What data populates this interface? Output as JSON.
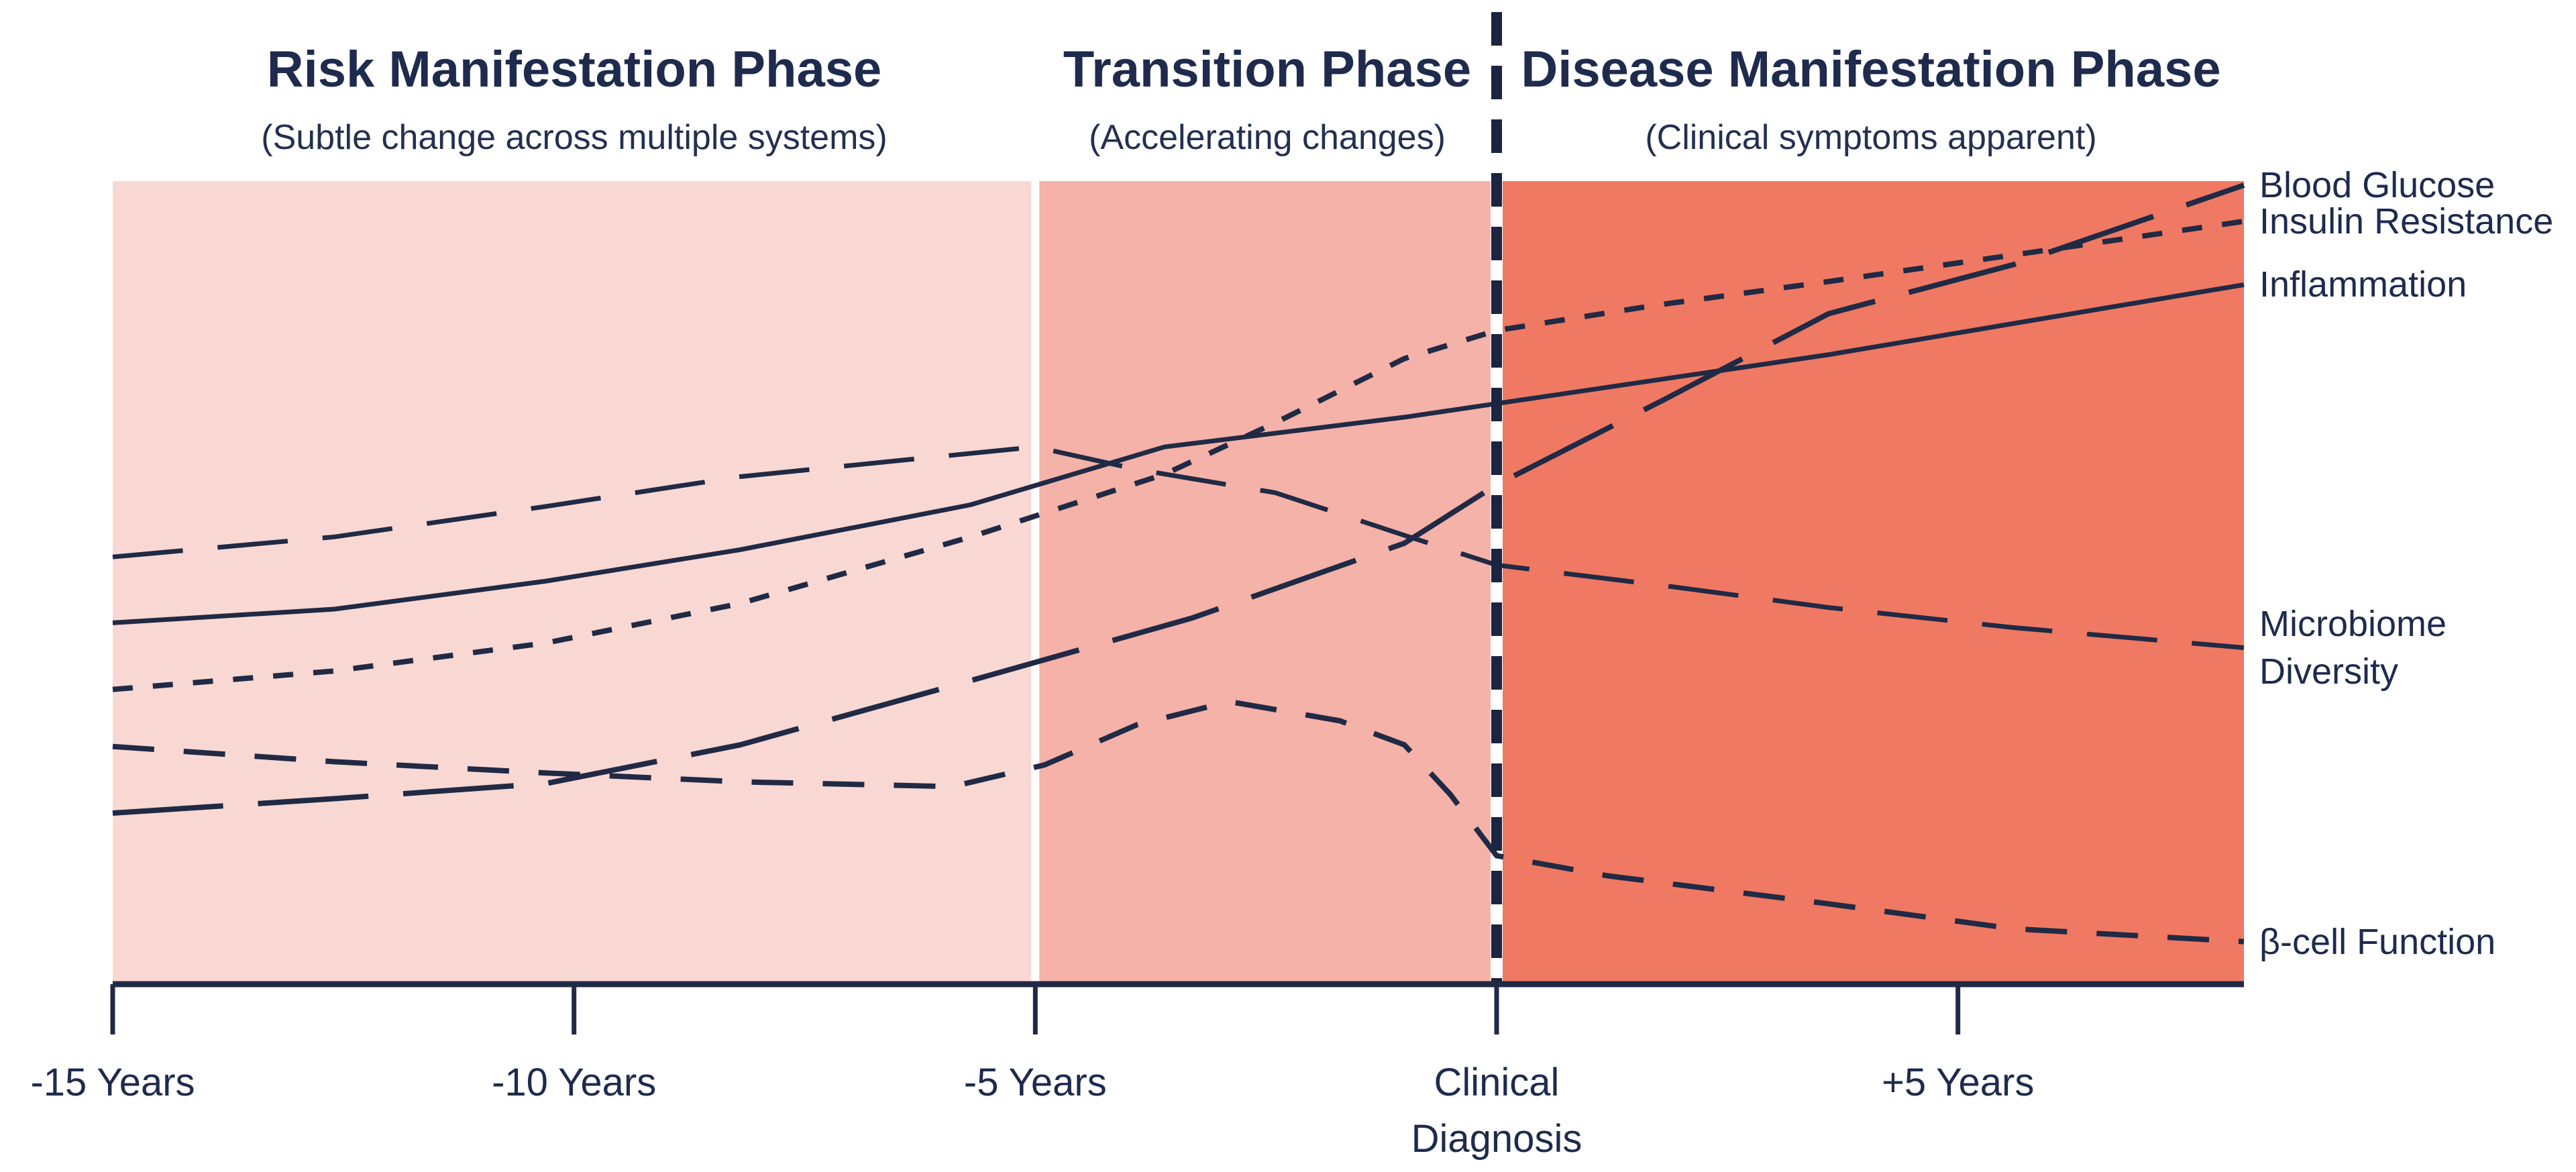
{
  "chart_data": {
    "type": "line",
    "title": "",
    "description": "Qualitative disease-progression chart: biomarker trajectories across three phases relative to clinical diagnosis of metabolic disease",
    "x_axis": {
      "unit": "years relative to clinical diagnosis",
      "range": [
        -15,
        8.1
      ],
      "ticks": [
        {
          "year": -15,
          "label": "-15 Years"
        },
        {
          "year": -10,
          "label": "-10 Years"
        },
        {
          "year": -5,
          "label": "-5 Years"
        },
        {
          "year": 0,
          "label": "Clinical\nDiagnosis"
        },
        {
          "year": 5,
          "label": "+5 Years"
        }
      ]
    },
    "y_axis": {
      "unit": "relative level (qualitative, no scale shown)",
      "range": [
        0,
        100
      ],
      "visible": false
    },
    "grid": false,
    "legend_position": "right-edge-labels",
    "phases": [
      {
        "title": "Risk Manifestation Phase",
        "subtitle": "(Subtle change across multiple systems)",
        "x_start": -15,
        "x_end": -5,
        "color": "#f9d8d3"
      },
      {
        "title": "Transition Phase",
        "subtitle": "(Accelerating changes)",
        "x_start": -5,
        "x_end": 0,
        "color": "#f5b2a8"
      },
      {
        "title": "Disease Manifestation Phase",
        "subtitle": "(Clinical symptoms apparent)",
        "x_start": 0,
        "x_end": 8.1,
        "color": "#ef7963"
      }
    ],
    "diagnosis_line": {
      "year": 0,
      "style": "dashed",
      "color": "#1b2440"
    },
    "line_color": "#202a45",
    "series": [
      {
        "name": "Blood Glucose",
        "line_style": "long-dash",
        "points": [
          [
            -15,
            21.3
          ],
          [
            -12.6,
            23.1
          ],
          [
            -10.3,
            25.0
          ],
          [
            -8.2,
            29.8
          ],
          [
            -5.7,
            37.8
          ],
          [
            -3.3,
            45.6
          ],
          [
            -1.0,
            54.9
          ],
          [
            0,
            62.2
          ],
          [
            1.8,
            72.7
          ],
          [
            3.6,
            83.5
          ],
          [
            5.6,
            89.6
          ],
          [
            8.1,
            99.5
          ]
        ]
      },
      {
        "name": "Insulin Resistance",
        "line_style": "dotted",
        "points": [
          [
            -15,
            36.7
          ],
          [
            -12.6,
            39.0
          ],
          [
            -10.3,
            42.5
          ],
          [
            -8.2,
            47.4
          ],
          [
            -5.7,
            55.7
          ],
          [
            -3.6,
            63.5
          ],
          [
            -2.4,
            69.9
          ],
          [
            -1.0,
            77.9
          ],
          [
            0,
            81.4
          ],
          [
            1.7,
            84.5
          ],
          [
            3.6,
            87.5
          ],
          [
            5.6,
            90.8
          ],
          [
            8.1,
            95.0
          ]
        ]
      },
      {
        "name": "Inflammation",
        "line_style": "solid",
        "points": [
          [
            -15,
            45.0
          ],
          [
            -12.6,
            46.7
          ],
          [
            -10.3,
            50.2
          ],
          [
            -8.2,
            54.1
          ],
          [
            -5.7,
            59.7
          ],
          [
            -3.6,
            66.9
          ],
          [
            -1.0,
            70.6
          ],
          [
            0,
            72.3
          ],
          [
            3.6,
            78.4
          ],
          [
            8.1,
            87.1
          ]
        ]
      },
      {
        "name": "Microbiome Diversity",
        "label_lines": "Microbiome\nDiversity",
        "line_style": "medium-dash",
        "points": [
          [
            -15,
            53.2
          ],
          [
            -12.6,
            55.7
          ],
          [
            -10.3,
            59.5
          ],
          [
            -8.2,
            63.2
          ],
          [
            -6.4,
            65.3
          ],
          [
            -5.0,
            66.9
          ],
          [
            -3.9,
            64.1
          ],
          [
            -2.4,
            61.2
          ],
          [
            -1.0,
            55.9
          ],
          [
            0,
            52.2
          ],
          [
            1.9,
            49.5
          ],
          [
            3.6,
            46.9
          ],
          [
            5.6,
            44.4
          ],
          [
            8.1,
            41.9
          ]
        ]
      },
      {
        "name": "β-cell Function",
        "line_style": "short-dash",
        "points": [
          [
            -15,
            29.6
          ],
          [
            -12.6,
            27.7
          ],
          [
            -10.3,
            26.3
          ],
          [
            -8.2,
            25.2
          ],
          [
            -5.9,
            24.6
          ],
          [
            -4.9,
            27.3
          ],
          [
            -3.9,
            32.3
          ],
          [
            -2.9,
            35.2
          ],
          [
            -1.7,
            32.8
          ],
          [
            -1.0,
            29.8
          ],
          [
            -0.5,
            23.6
          ],
          [
            0,
            16.0
          ],
          [
            1.2,
            13.5
          ],
          [
            3.6,
            10.0
          ],
          [
            5.6,
            6.9
          ],
          [
            8.1,
            5.3
          ]
        ]
      }
    ]
  }
}
